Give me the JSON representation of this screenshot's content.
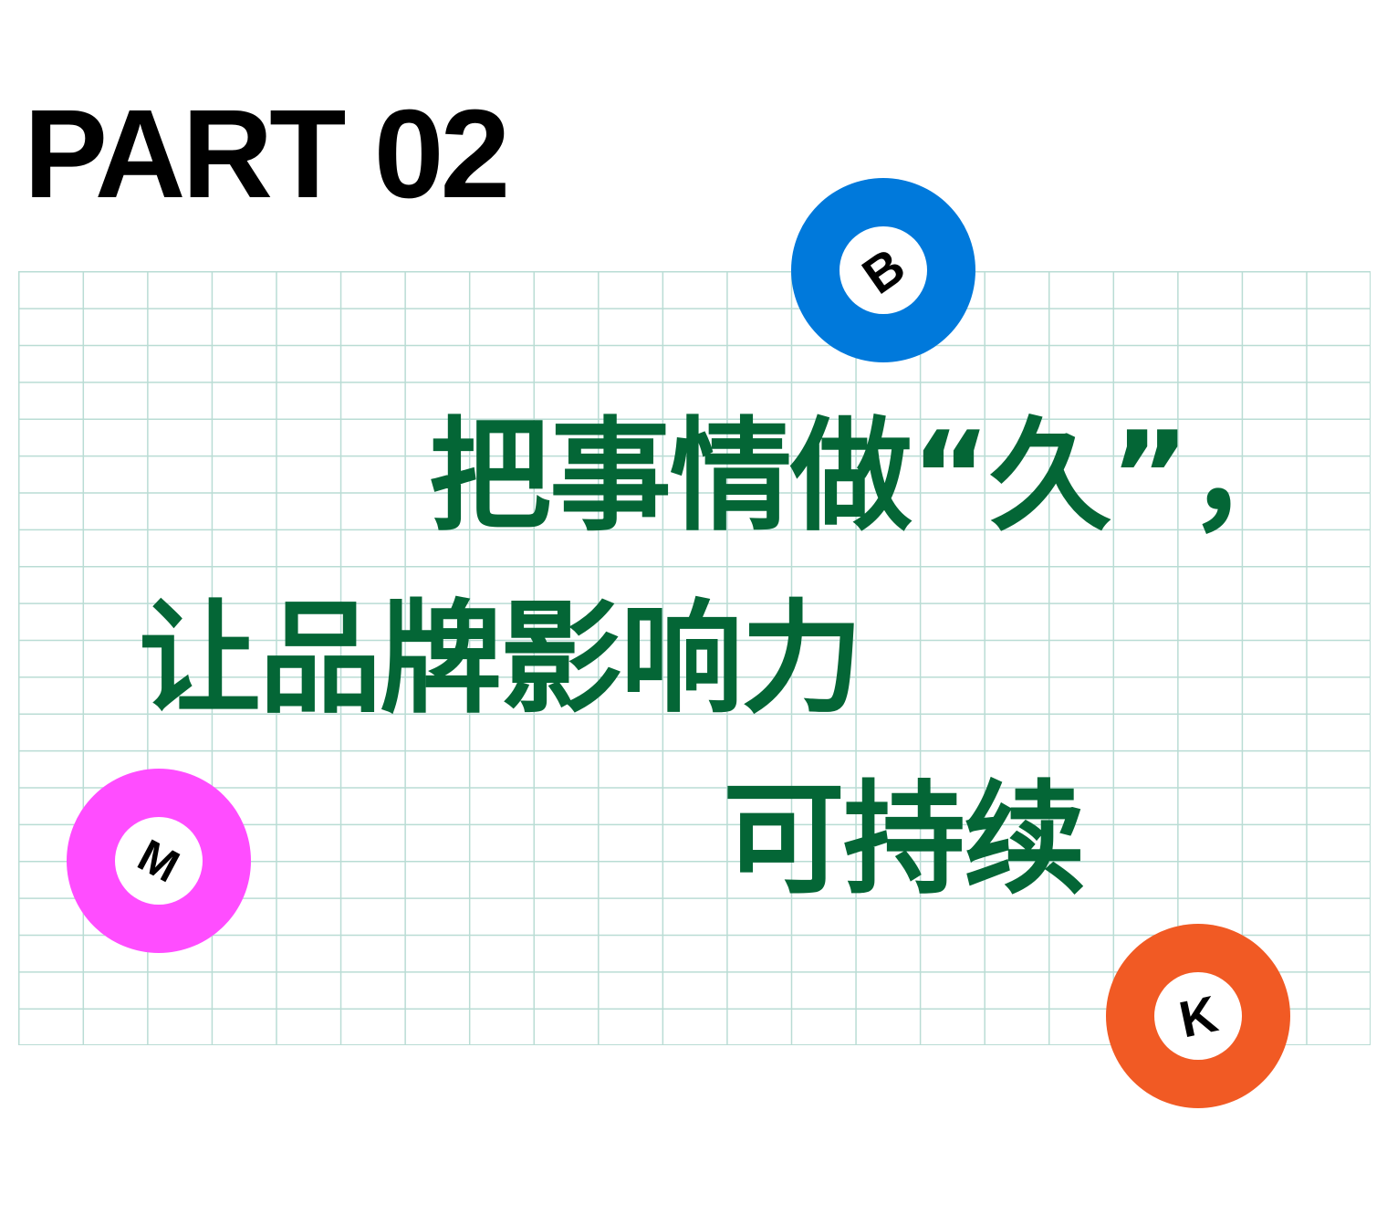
{
  "header": {
    "title": "PART 02"
  },
  "headline": {
    "line1": "把事情做“久”，",
    "line2": "让品牌影响力",
    "line3": "可持续"
  },
  "badges": [
    {
      "letter": "B",
      "color": "#0079DB"
    },
    {
      "letter": "M",
      "color": "#FF4DFF"
    },
    {
      "letter": "K",
      "color": "#F15A24"
    }
  ],
  "colors": {
    "text_green": "#046636",
    "grid": "#B9DCD4"
  }
}
